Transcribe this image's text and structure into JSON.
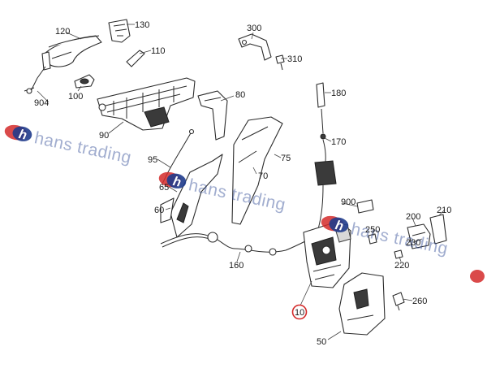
{
  "watermark": {
    "text": "hans trading",
    "logo_letter": "h"
  },
  "callouts": [
    {
      "id": "c120",
      "text": "120"
    },
    {
      "id": "c130",
      "text": "130"
    },
    {
      "id": "c110",
      "text": "110"
    },
    {
      "id": "c300",
      "text": "300"
    },
    {
      "id": "c310",
      "text": "310"
    },
    {
      "id": "c904",
      "text": "904"
    },
    {
      "id": "c100",
      "text": "100"
    },
    {
      "id": "c80",
      "text": "80"
    },
    {
      "id": "c180",
      "text": "180"
    },
    {
      "id": "c90",
      "text": "90"
    },
    {
      "id": "c170",
      "text": "170"
    },
    {
      "id": "c95",
      "text": "95"
    },
    {
      "id": "c75",
      "text": "75"
    },
    {
      "id": "c65",
      "text": "65"
    },
    {
      "id": "c70",
      "text": "70"
    },
    {
      "id": "c900",
      "text": "900"
    },
    {
      "id": "c60",
      "text": "60"
    },
    {
      "id": "c210",
      "text": "210"
    },
    {
      "id": "c200",
      "text": "200"
    },
    {
      "id": "c250",
      "text": "250"
    },
    {
      "id": "c230",
      "text": "230"
    },
    {
      "id": "c220",
      "text": "220"
    },
    {
      "id": "c160",
      "text": "160"
    },
    {
      "id": "c260",
      "text": "260"
    },
    {
      "id": "c10",
      "text": "10"
    },
    {
      "id": "c50",
      "text": "50"
    }
  ],
  "highlighted_callout": "10",
  "colors": {
    "watermark_red": "#d42a2a",
    "watermark_blue": "#1f3b8c",
    "highlight_ring": "#d42a2a"
  }
}
